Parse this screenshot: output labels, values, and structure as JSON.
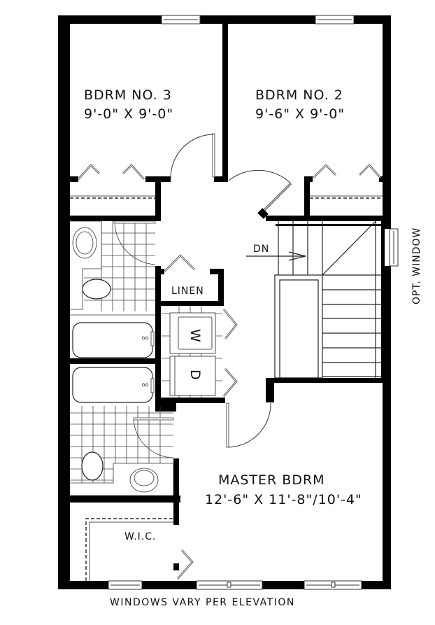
{
  "plan": {
    "rooms": {
      "bdrm3": {
        "name": "BDRM NO. 3",
        "size": "9'-0\" X 9'-0\""
      },
      "bdrm2": {
        "name": "BDRM NO. 2",
        "size": "9'-6\" X 9'-0\""
      },
      "master": {
        "name": "MASTER BDRM",
        "size": "12'-6\" X 11'-8\"/10'-4\""
      },
      "linen": {
        "name": "LINEN"
      },
      "wic": {
        "name": "W.I.C."
      }
    },
    "appliances": {
      "washer": "W",
      "dryer": "D"
    },
    "stairs": {
      "direction": "DN"
    },
    "notes": {
      "opt_window": "OPT. WINDOW",
      "windows": "WINDOWS VARY PER ELEVATION"
    },
    "colors": {
      "wall": "#000000",
      "line": "#222222",
      "background": "#ffffff"
    }
  }
}
